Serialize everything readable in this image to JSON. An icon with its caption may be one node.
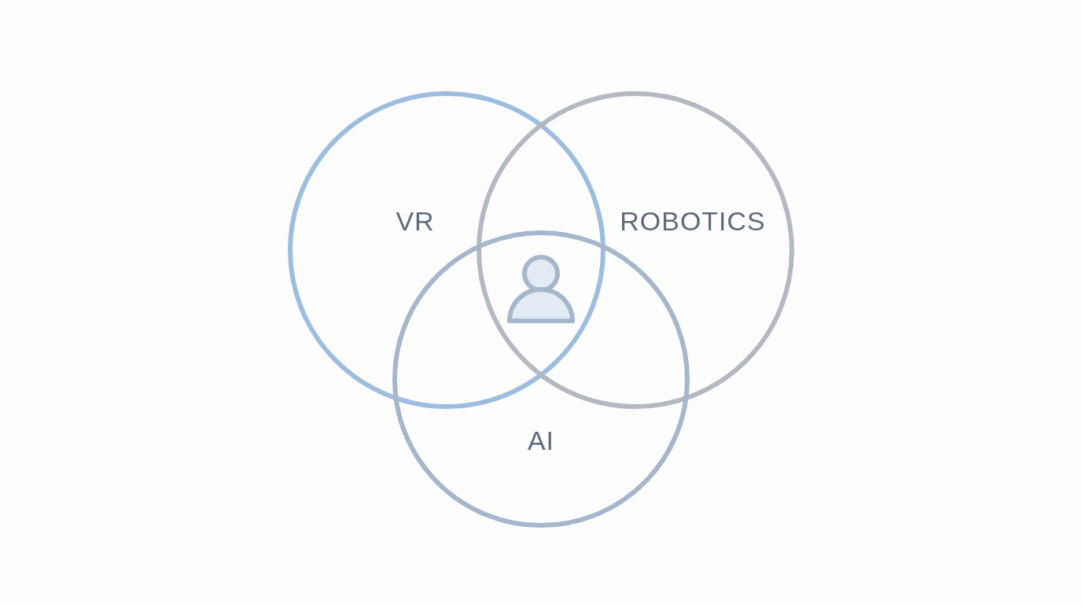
{
  "diagram": {
    "nodes": [
      {
        "text": [
          "VR"
        ]
      },
      {
        "text": [
          "ROBOTICS"
        ]
      },
      {
        "text": [
          "AI"
        ]
      }
    ],
    "edges": []
  }
}
